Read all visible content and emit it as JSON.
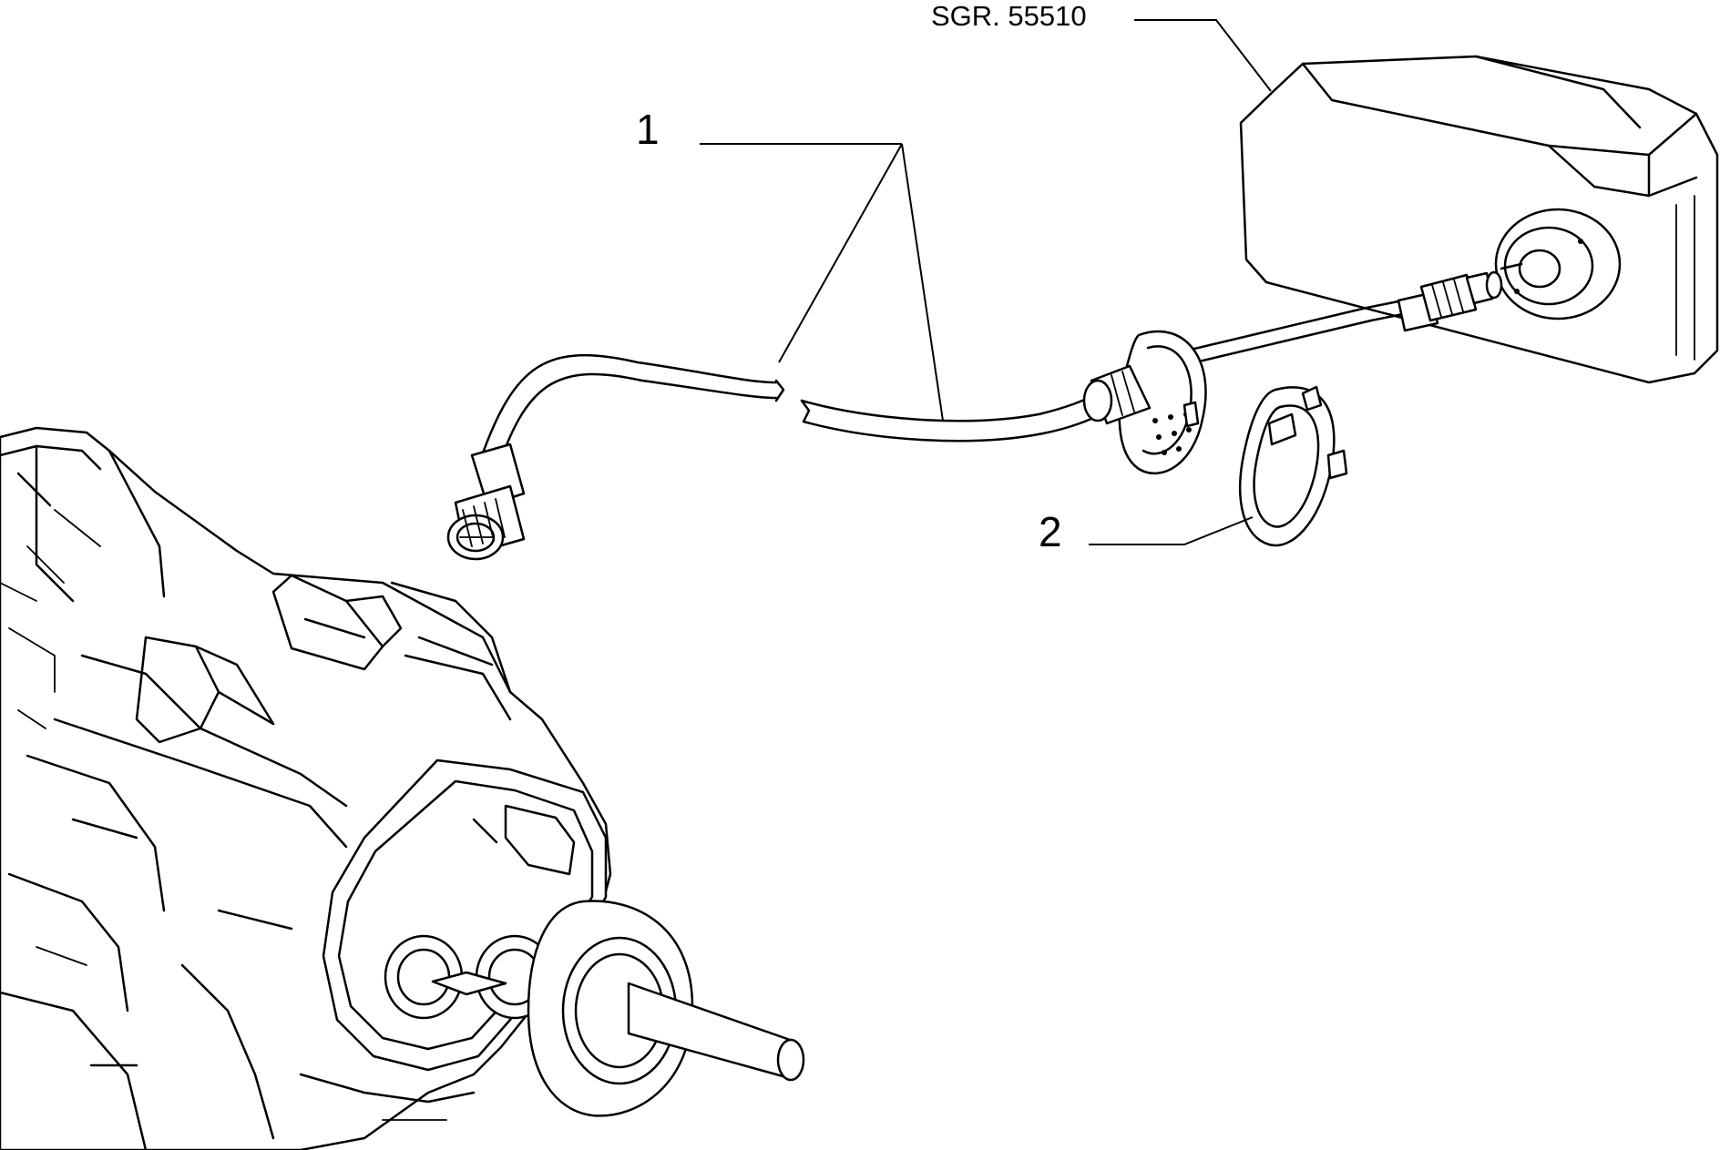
{
  "diagram": {
    "reference_label": "SGR. 55510",
    "callouts": [
      {
        "number": "1"
      },
      {
        "number": "2"
      }
    ]
  },
  "colors": {
    "line": "#000000",
    "background": "#ffffff"
  }
}
